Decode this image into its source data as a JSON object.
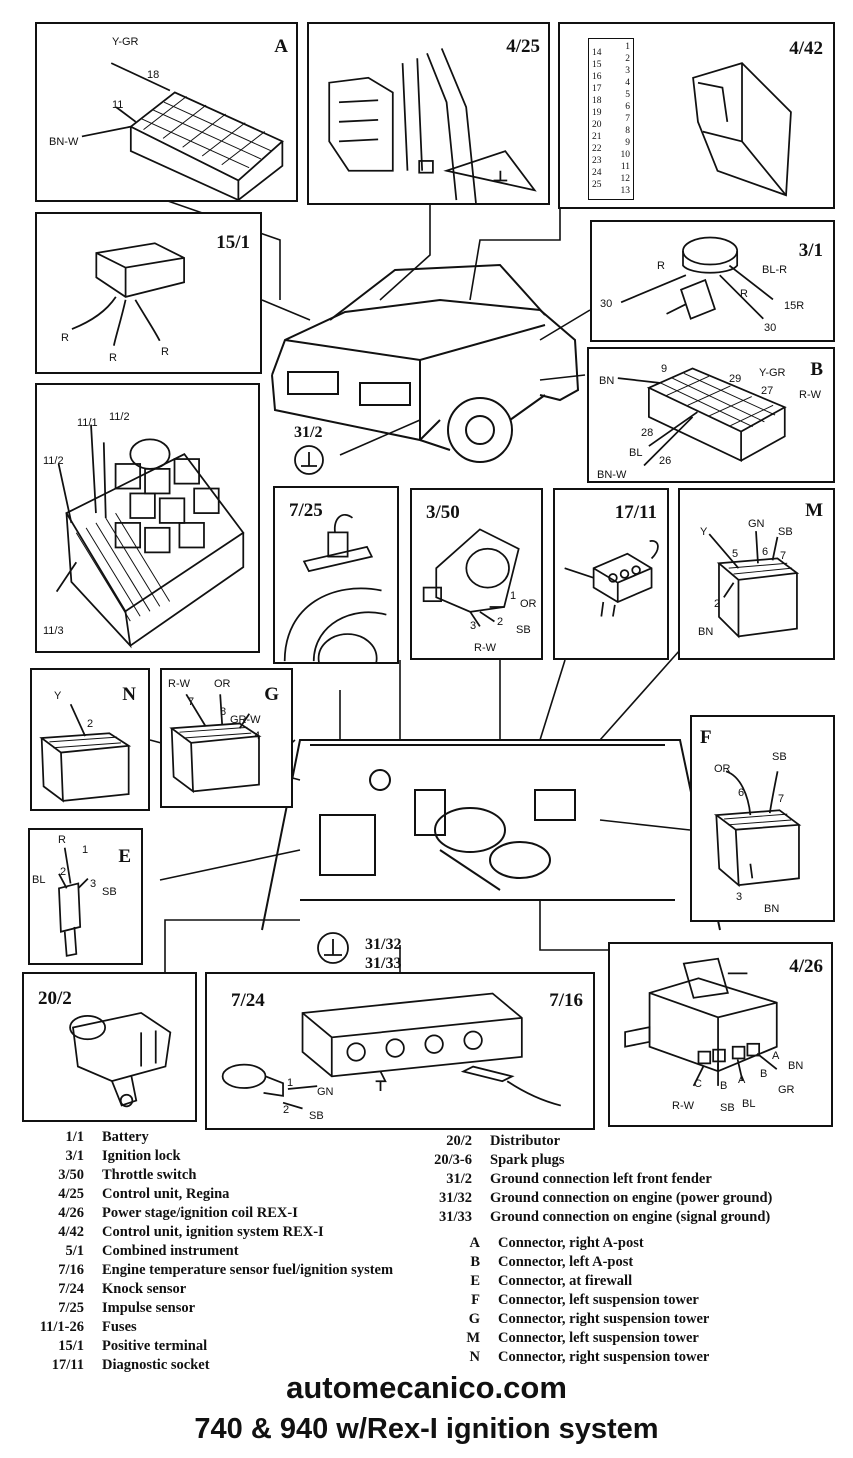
{
  "boxes": {
    "A": {
      "label": "A",
      "wires": [
        "Y-GR",
        "18",
        "11",
        "BN-W"
      ]
    },
    "b425": {
      "label": "4/25"
    },
    "b442": {
      "label": "4/42",
      "pins_left": [
        "14",
        "15",
        "16",
        "17",
        "18",
        "19",
        "20",
        "21",
        "22",
        "23",
        "24",
        "25"
      ],
      "pins_right": [
        "1",
        "2",
        "3",
        "4",
        "5",
        "6",
        "7",
        "8",
        "9",
        "10",
        "11",
        "12",
        "13"
      ]
    },
    "b151": {
      "label": "15/1",
      "wires": [
        "R",
        "R",
        "R"
      ]
    },
    "b31": {
      "label": "3/1",
      "wires": [
        "R",
        "BL-R",
        "R",
        "30",
        "15R",
        "30"
      ]
    },
    "B": {
      "label": "B",
      "wires": [
        "BN",
        "9",
        "29",
        "Y-GR",
        "27",
        "R-W",
        "28",
        "BL",
        "26",
        "BN-W"
      ]
    },
    "fuse": {
      "wires": [
        "11/1",
        "11/2",
        "11/2",
        "11/3"
      ]
    },
    "b312": {
      "label": "31/2"
    },
    "b725": {
      "label": "7/25"
    },
    "b350": {
      "label": "3/50",
      "wires": [
        "1",
        "OR",
        "2",
        "SB",
        "3",
        "R-W"
      ]
    },
    "b1711": {
      "label": "17/11"
    },
    "M": {
      "label": "M",
      "wires": [
        "Y",
        "GN",
        "SB",
        "5",
        "6",
        "7",
        "2",
        "BN"
      ]
    },
    "N": {
      "label": "N",
      "wires": [
        "Y",
        "2"
      ]
    },
    "G": {
      "label": "G",
      "wires": [
        "R-W",
        "OR",
        "7",
        "8",
        "GR-W",
        "4"
      ]
    },
    "F": {
      "label": "F",
      "wires": [
        "OR",
        "SB",
        "6",
        "7",
        "3",
        "BN"
      ]
    },
    "E": {
      "label": "E",
      "wires": [
        "R",
        "1",
        "BL",
        "2",
        "3",
        "SB"
      ]
    },
    "ground": {
      "labels": [
        "31/32",
        "31/33"
      ]
    },
    "b202": {
      "label": "20/2"
    },
    "b724": {
      "label": "7/24",
      "label2": "7/16",
      "wires": [
        "1",
        "GN",
        "2",
        "SB"
      ]
    },
    "b426": {
      "label": "4/26",
      "wires": [
        "A",
        "BN",
        "B",
        "GR",
        "C",
        "B",
        "A",
        "R-W",
        "SB",
        "BL"
      ]
    }
  },
  "legend_left": [
    {
      "code": "1/1",
      "text": "Battery"
    },
    {
      "code": "3/1",
      "text": "Ignition lock"
    },
    {
      "code": "3/50",
      "text": "Throttle switch"
    },
    {
      "code": "4/25",
      "text": "Control unit, Regina"
    },
    {
      "code": "4/26",
      "text": "Power stage/ignition coil REX-I"
    },
    {
      "code": "4/42",
      "text": "Control unit, ignition system REX-I"
    },
    {
      "code": "5/1",
      "text": "Combined instrument"
    },
    {
      "code": "7/16",
      "text": "Engine temperature sensor fuel/ignition system"
    },
    {
      "code": "7/24",
      "text": "Knock sensor"
    },
    {
      "code": "7/25",
      "text": "Impulse sensor"
    },
    {
      "code": "11/1-26",
      "text": "Fuses"
    },
    {
      "code": "15/1",
      "text": "Positive terminal"
    },
    {
      "code": "17/11",
      "text": "Diagnostic socket"
    }
  ],
  "legend_right": [
    {
      "code": "20/2",
      "text": "Distributor"
    },
    {
      "code": "20/3-6",
      "text": "Spark plugs"
    },
    {
      "code": "31/2",
      "text": "Ground connection left front fender"
    },
    {
      "code": "31/32",
      "text": "Ground connection on engine (power ground)"
    },
    {
      "code": "31/33",
      "text": "Ground connection on engine (signal ground)"
    }
  ],
  "legend_connectors": [
    {
      "code": "A",
      "text": "Connector, right A-post"
    },
    {
      "code": "B",
      "text": "Connector, left A-post"
    },
    {
      "code": "E",
      "text": "Connector, at firewall"
    },
    {
      "code": "F",
      "text": "Connector, left suspension tower"
    },
    {
      "code": "G",
      "text": "Connector, right suspension tower"
    },
    {
      "code": "M",
      "text": "Connector, left suspension tower"
    },
    {
      "code": "N",
      "text": "Connector, right suspension tower"
    }
  ],
  "site": "automecanico.com",
  "caption": "740 & 940 w/Rex-I ignition system"
}
